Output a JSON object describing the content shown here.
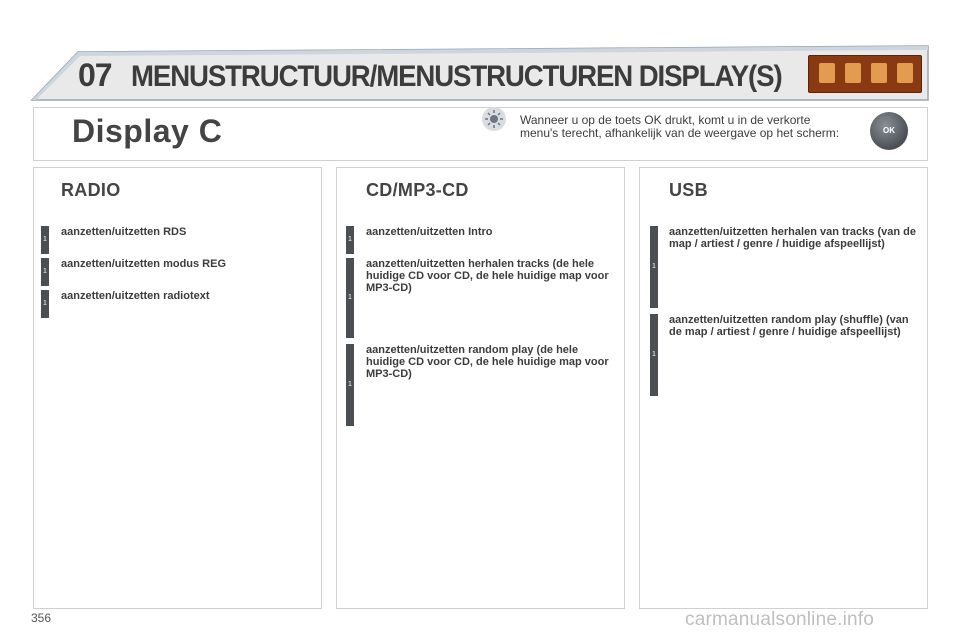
{
  "header": {
    "chapter_number": "07",
    "title": "MENUSTRUCTUUR/MENUSTRUCTUREN DISPLAY(S)"
  },
  "intro": {
    "display_title": "Display C",
    "text": "Wanneer u op de toets OK drukt, komt u in de verkorte menu's terecht, afhankelijk van de weergave op het scherm:",
    "ok_label": "OK"
  },
  "columns": [
    {
      "title": "RADIO",
      "items": [
        {
          "level": "1",
          "label": "aanzetten/uitzetten RDS"
        },
        {
          "level": "1",
          "label": "aanzetten/uitzetten modus REG"
        },
        {
          "level": "1",
          "label": "aanzetten/uitzetten radiotext"
        }
      ]
    },
    {
      "title": "CD/MP3-CD",
      "items": [
        {
          "level": "1",
          "label": "aanzetten/uitzetten Intro"
        },
        {
          "level": "1",
          "label": "aanzetten/uitzetten herhalen tracks (de hele huidige CD voor CD, de hele huidige map voor MP3-CD)"
        },
        {
          "level": "1",
          "label": "aanzetten/uitzetten random play (de hele huidige CD voor CD, de hele huidige map voor MP3-CD)"
        }
      ]
    },
    {
      "title": "USB",
      "items": [
        {
          "level": "1",
          "label": "aanzetten/uitzetten herhalen van tracks (van de map / artiest / genre / huidige afspeellijst)"
        },
        {
          "level": "1",
          "label": "aanzetten/uitzetten random play (shuffle) (van de map / artiest / genre / huidige afspeellijst)"
        }
      ]
    }
  ],
  "footer": {
    "page_number": "356",
    "watermark": "carmanualsonline.info"
  }
}
